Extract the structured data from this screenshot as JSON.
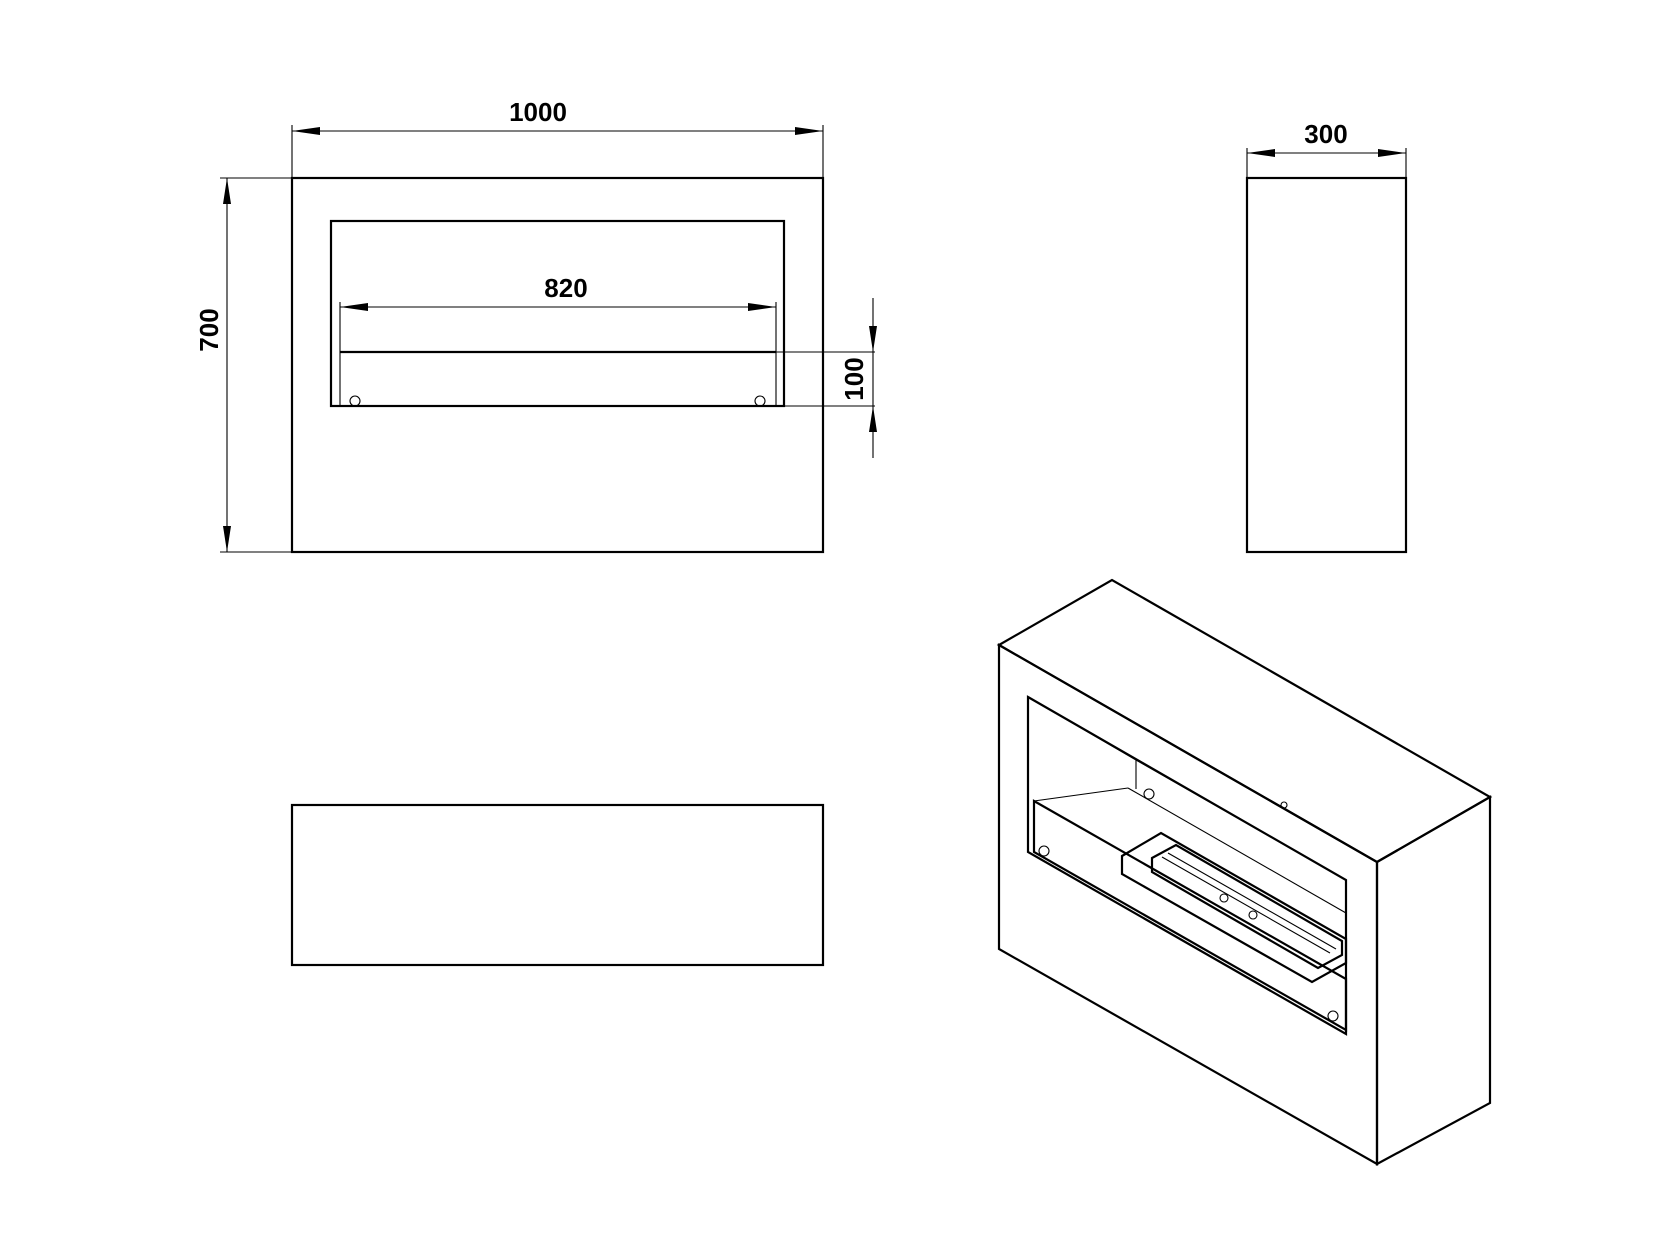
{
  "dimensions": {
    "overall_width": "1000",
    "overall_height": "700",
    "opening_width": "820",
    "burner_height": "100",
    "depth": "300"
  },
  "views": [
    "front-view",
    "side-view",
    "top-view",
    "isometric-view"
  ],
  "colors": {
    "line": "#000000",
    "background": "#ffffff"
  }
}
